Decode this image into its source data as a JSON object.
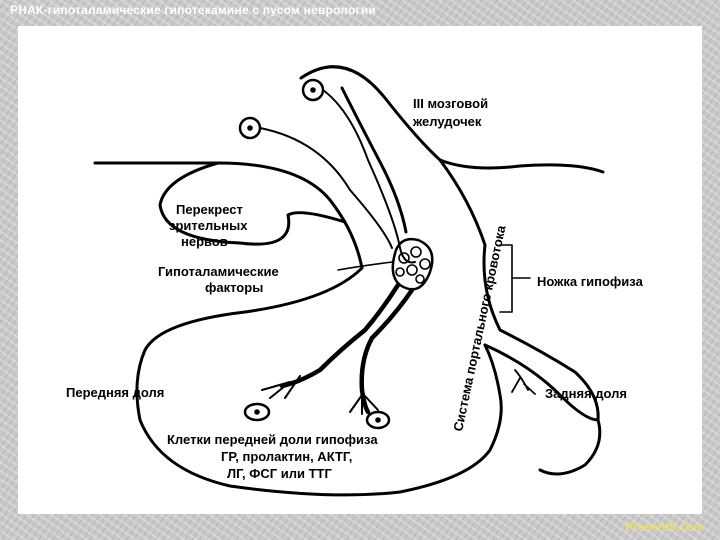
{
  "slide": {
    "title": "РНАК-гипоталамические гипотекамине с пусом неврологии",
    "watermark": "Present5.com"
  },
  "labels": {
    "third_ventricle_1": "III мозговой",
    "third_ventricle_2": "желудочек",
    "chiasm_1": "Перекрест",
    "chiasm_2": "зрительных",
    "chiasm_3": "нервов",
    "hypothalamic_factors_1": "Гипоталамические",
    "hypothalamic_factors_2": "факторы",
    "stalk": "Ножка гипофиза",
    "portal_system": "Система портального кровотока",
    "anterior_lobe": "Передняя доля",
    "posterior_lobe": "Задняя доля",
    "cells_1": "Клетки передней доли гипофиза",
    "cells_2": "ГР, пролактин, АКТГ,",
    "cells_3": "ЛГ, ФСГ или ТТГ"
  }
}
